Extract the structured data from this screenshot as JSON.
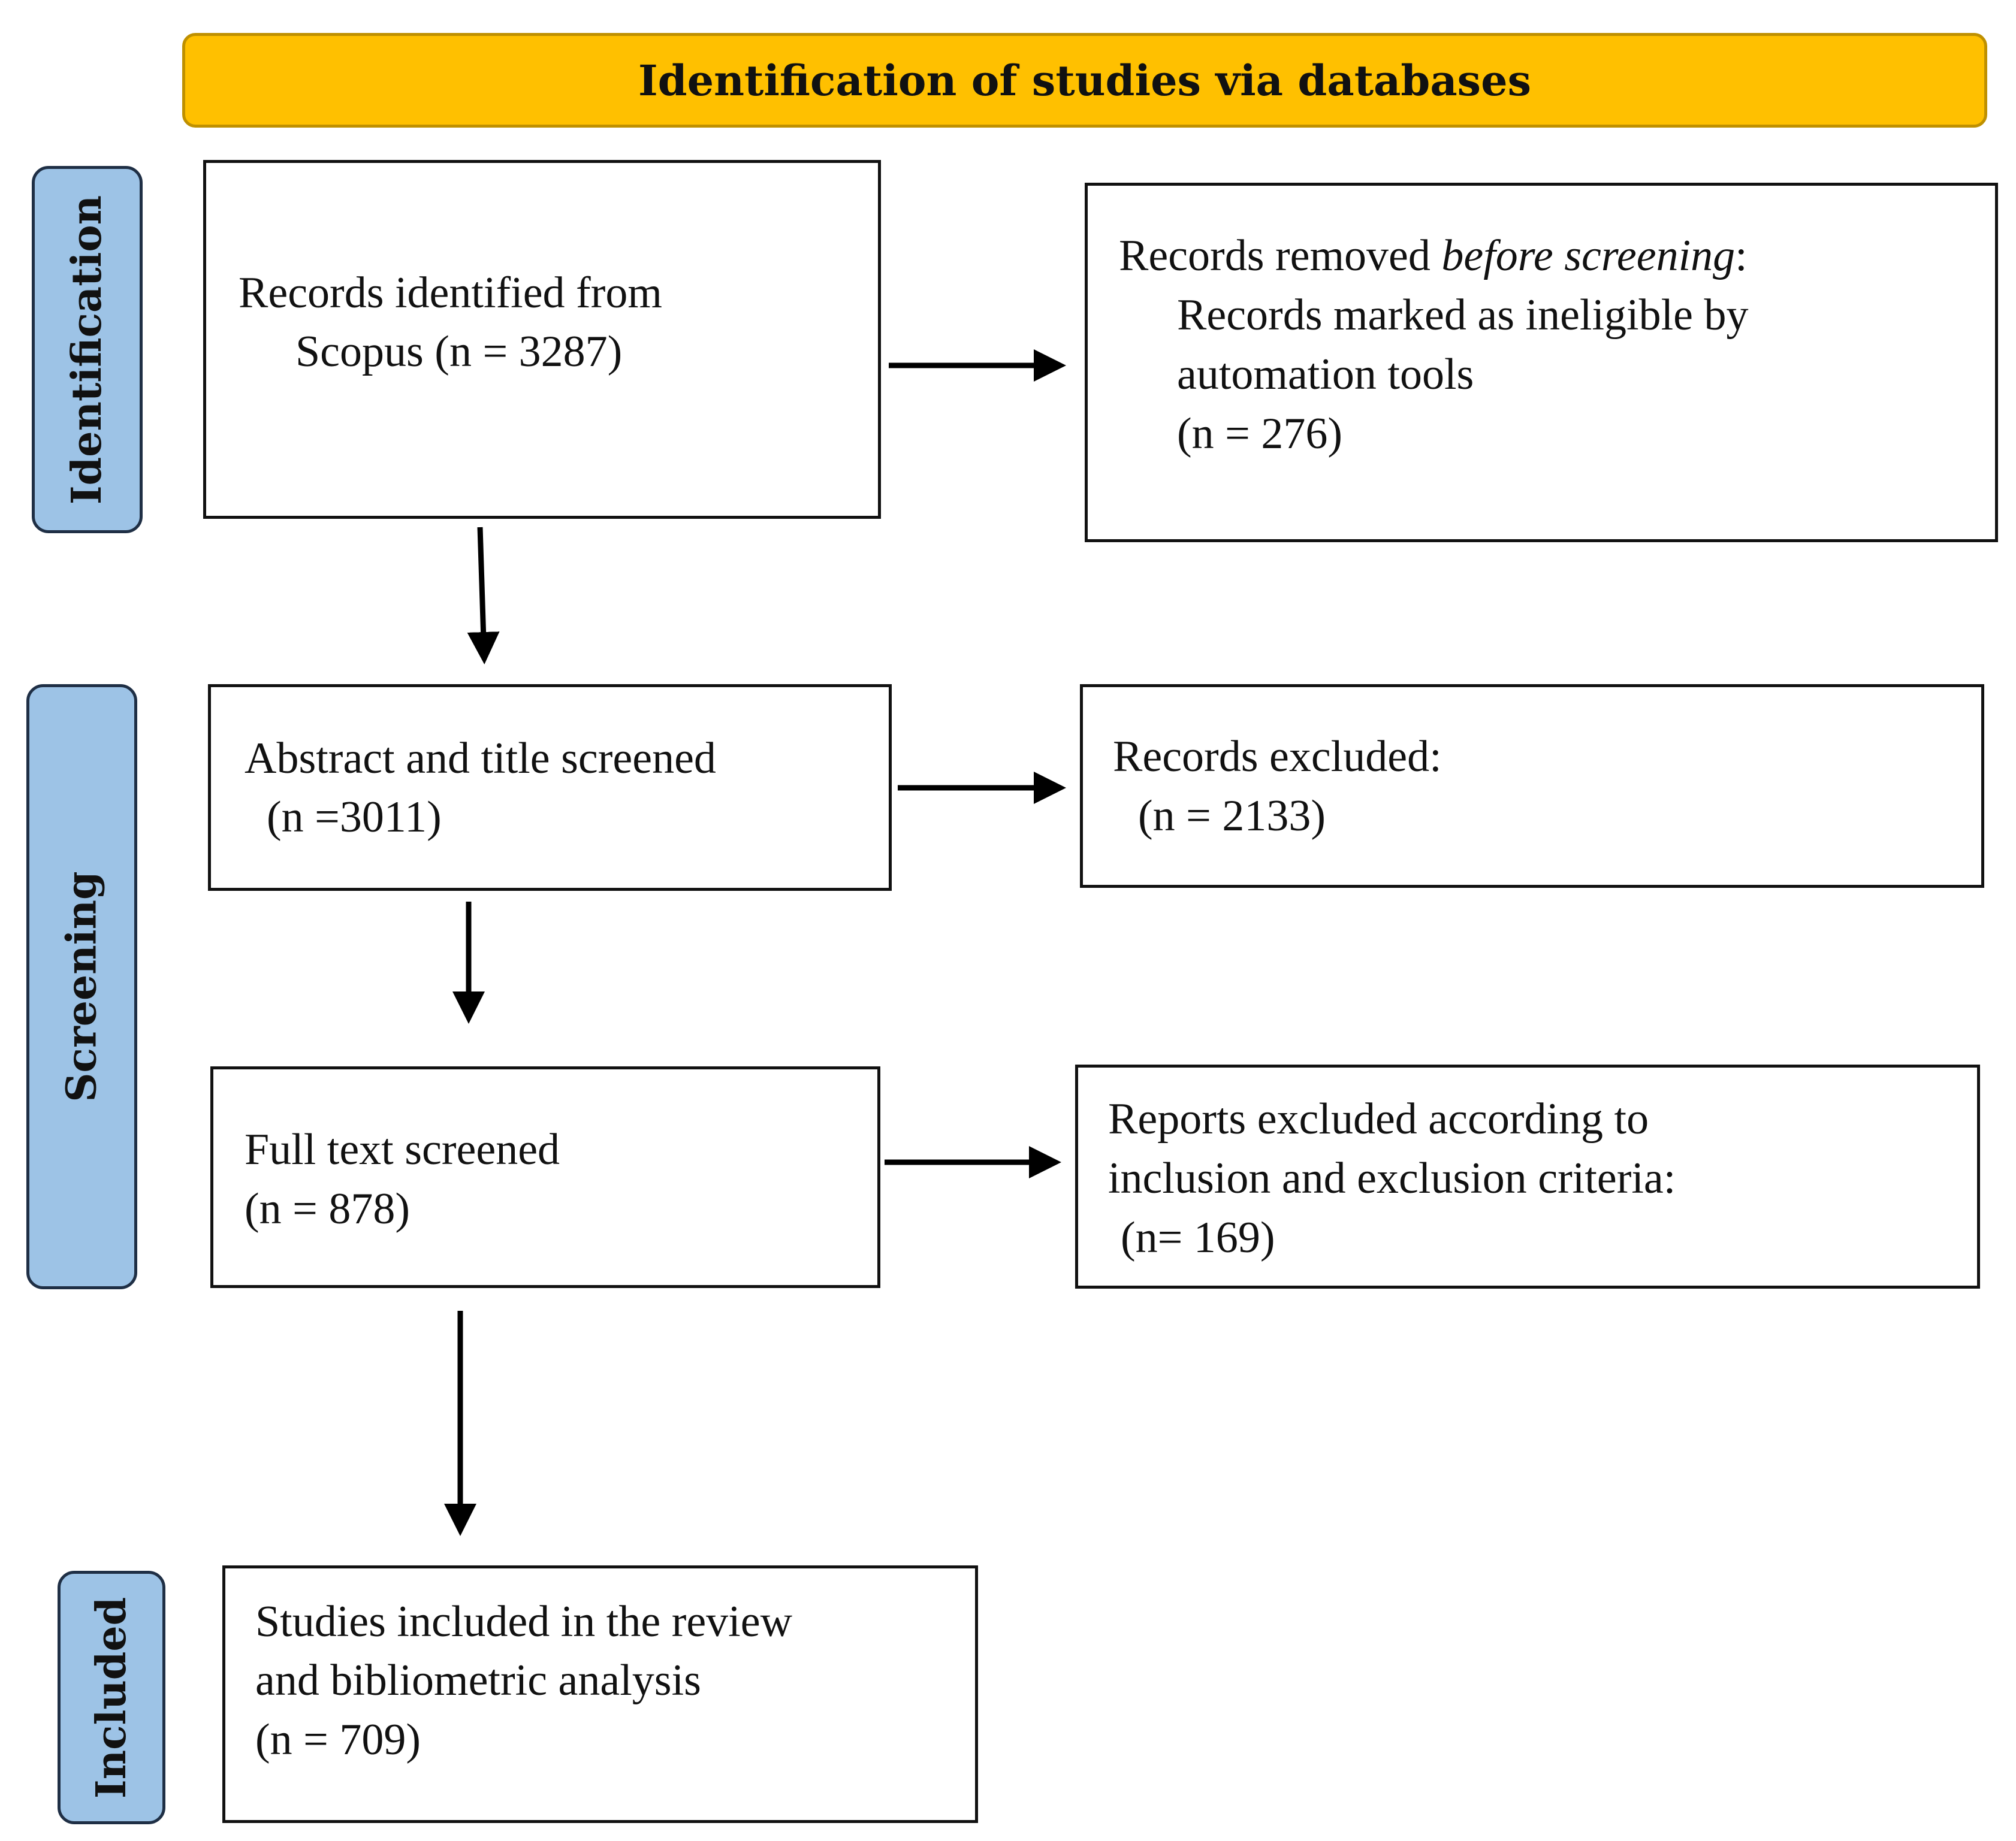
{
  "header": {
    "title": "Identification of studies via databases",
    "fill_color": "#ffc000",
    "border_color": "#bf9000"
  },
  "stages": [
    {
      "label": "Identification",
      "fill_color": "#9dc3e6"
    },
    {
      "label": "Screening",
      "fill_color": "#9dc3e6"
    },
    {
      "label": "Included",
      "fill_color": "#9dc3e6"
    }
  ],
  "boxes": {
    "identified": {
      "line1": "Records identified from",
      "line2": "Scopus (n = 3287)"
    },
    "removed_before_screening": {
      "line1_prefix": "Records removed ",
      "line1_italic": "before screening",
      "line1_suffix": ":",
      "line2": "Records marked as ineligible by",
      "line3": "automation tools",
      "line4": "(n = 276)"
    },
    "abstract_title_screened": {
      "line1": "Abstract and title screened",
      "line2": "(n =3011)"
    },
    "records_excluded": {
      "line1": "Records excluded:",
      "line2": "(n = 2133)"
    },
    "full_text_screened": {
      "line1": "Full text screened",
      "line2": "(n = 878)"
    },
    "reports_excluded": {
      "line1": "Reports excluded according to",
      "line2": "inclusion and exclusion criteria:",
      "line3": "(n= 169)"
    },
    "studies_included": {
      "line1": "Studies included in the review",
      "line2": "and bibliometric analysis",
      "line3": "(n = 709)"
    }
  },
  "arrow_color": "#000000"
}
